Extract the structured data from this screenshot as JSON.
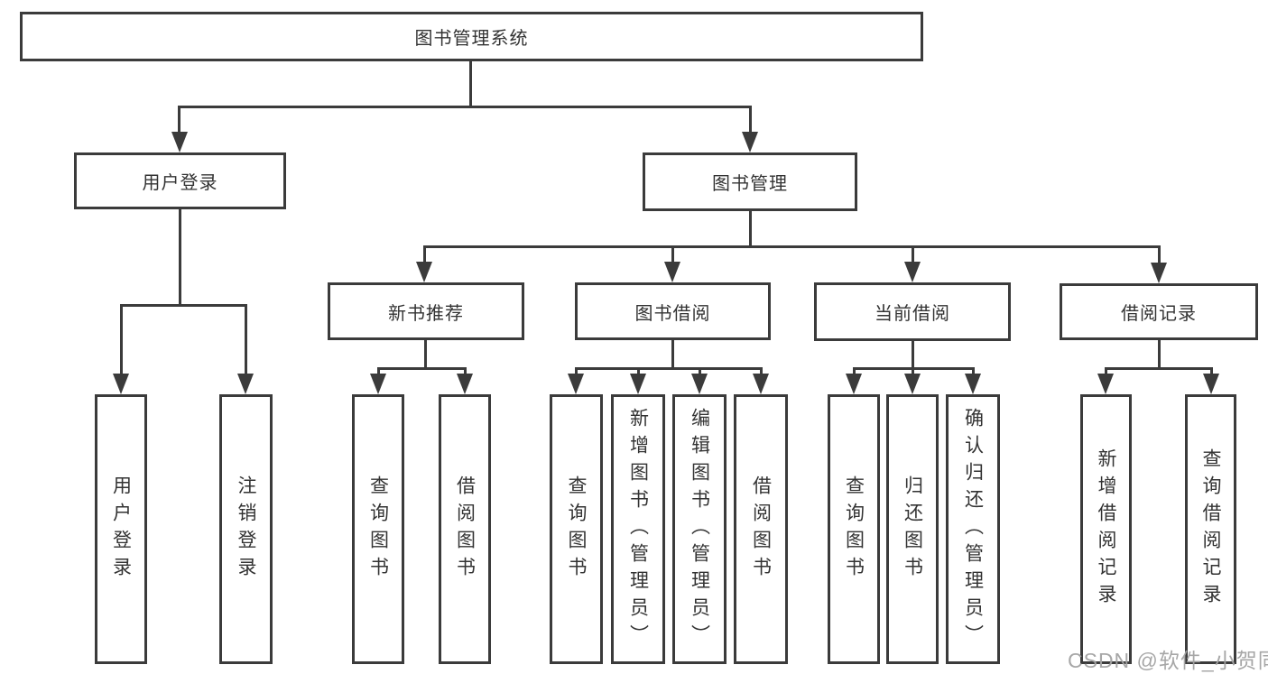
{
  "diagram": {
    "title": "图书管理系统",
    "level2": [
      {
        "label": "用户登录"
      },
      {
        "label": "图书管理"
      }
    ],
    "level3": [
      {
        "label": "新书推荐"
      },
      {
        "label": "图书借阅"
      },
      {
        "label": "当前借阅"
      },
      {
        "label": "借阅记录"
      }
    ],
    "leaves": {
      "user_login": [
        "用户登录",
        "注销登录"
      ],
      "new_books": [
        "查询图书",
        "借阅图书"
      ],
      "book_borrow": [
        "查询图书",
        "新增图书（管理员）",
        "编辑图书（管理员）",
        "借阅图书"
      ],
      "current_borrow": [
        "查询图书",
        "归还图书",
        "确认归还（管理员）"
      ],
      "borrow_records": [
        "新增借阅记录",
        "查询借阅记录"
      ]
    }
  },
  "watermark": "CSDN @软件_小贺同学",
  "colors": {
    "line": "#3b3b3b",
    "text": "#333333",
    "background": "#ffffff",
    "watermark": "#a2a2a2"
  }
}
